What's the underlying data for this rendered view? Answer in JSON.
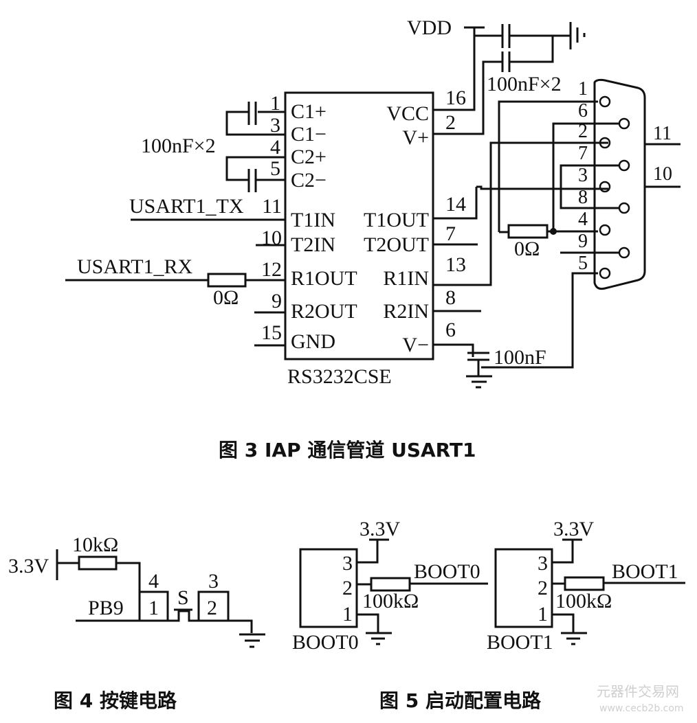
{
  "figure3": {
    "caption": "图 3   IAP 通信管道 USART1",
    "chip": {
      "name": "RS3232CSE",
      "left_pins": [
        {
          "num": "1",
          "label": "C1+"
        },
        {
          "num": "3",
          "label": "C1−"
        },
        {
          "num": "4",
          "label": "C2+"
        },
        {
          "num": "5",
          "label": "C2−"
        },
        {
          "num": "11",
          "label": "T1IN"
        },
        {
          "num": "10",
          "label": "T2IN"
        },
        {
          "num": "12",
          "label": "R1OUT"
        },
        {
          "num": "9",
          "label": "R2OUT"
        },
        {
          "num": "15",
          "label": "GND"
        }
      ],
      "right_pins": [
        {
          "num": "16",
          "label": "VCC"
        },
        {
          "num": "2",
          "label": "V+"
        },
        {
          "num": "14",
          "label": "T1OUT"
        },
        {
          "num": "7",
          "label": "T2OUT"
        },
        {
          "num": "13",
          "label": "R1IN"
        },
        {
          "num": "8",
          "label": "R2IN"
        },
        {
          "num": "6",
          "label": "V−"
        }
      ]
    },
    "vdd_label": "VDD",
    "cap_left_label": "100nF×2",
    "cap_top_label": "100nF×2",
    "cap_bottom_label": "100nF",
    "tx_label": "USART1_TX",
    "rx_label": "USART1_RX",
    "rx_resistor": "0Ω",
    "db9_resistor": "0Ω",
    "db9_pins": [
      "1",
      "6",
      "2",
      "7",
      "3",
      "8",
      "4",
      "9",
      "5"
    ],
    "db9_shell_pins": [
      "11",
      "10"
    ]
  },
  "figure4": {
    "caption": "图 4   按键电路",
    "supply": "3.3V",
    "resistor": "10kΩ",
    "signal": "PB9",
    "switch_label": "S",
    "pin_top_left": "4",
    "pin_top_right": "3",
    "pad_left": "1",
    "pad_right": "2"
  },
  "figure5": {
    "caption": "图 5   启动配置电路",
    "circuits": [
      {
        "supply": "3.3V",
        "pins": [
          "3",
          "2",
          "1"
        ],
        "resistor": "100kΩ",
        "net": "BOOT0",
        "part": "BOOT0"
      },
      {
        "supply": "3.3V",
        "pins": [
          "3",
          "2",
          "1"
        ],
        "resistor": "100kΩ",
        "net": "BOOT1",
        "part": "BOOT1"
      }
    ]
  },
  "watermark": {
    "line1": "元器件交易网",
    "line2": "www.cecb2b.com"
  }
}
